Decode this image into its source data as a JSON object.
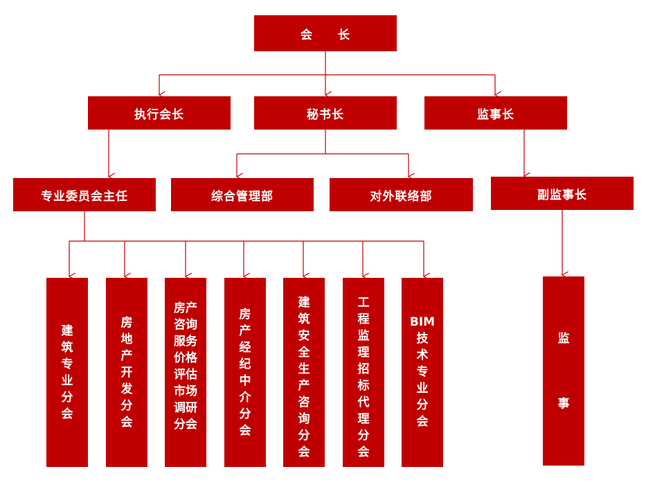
{
  "top": {
    "president": "会　　长"
  },
  "level2": {
    "executive": "执行会长",
    "secretary": "秘书长",
    "supervisor_chief": "监事长"
  },
  "level3": {
    "committee_director": "专业委员会主任",
    "general_management": "综合管理部",
    "external_liaison": "对外联络部",
    "deputy_supervisor": "副监事长"
  },
  "branches": {
    "b1": [
      "建",
      "筑",
      "专",
      "业",
      "分",
      "会"
    ],
    "b2": [
      "房",
      "地",
      "产",
      "开",
      "发",
      "分",
      "会"
    ],
    "b3": [
      "房产",
      "咨询",
      "服务",
      "价格",
      "评估",
      "市场",
      "调研",
      "分会"
    ],
    "b4": [
      "房",
      "产",
      "经",
      "纪",
      "中",
      "介",
      "分",
      "会"
    ],
    "b5": [
      "建",
      "筑",
      "安",
      "全",
      "生",
      "产",
      "咨",
      "询",
      "分",
      "会"
    ],
    "b6": [
      "工",
      "程",
      "监",
      "理",
      "招",
      "标",
      "代",
      "理",
      "分",
      "会"
    ],
    "b7": [
      "BIM",
      "技",
      "术",
      "专",
      "业",
      "分",
      "会"
    ]
  },
  "supervisor_member": [
    "监",
    "事"
  ],
  "colors": {
    "box": "#c00000",
    "line": "#c00000",
    "text": "#ffffff"
  }
}
